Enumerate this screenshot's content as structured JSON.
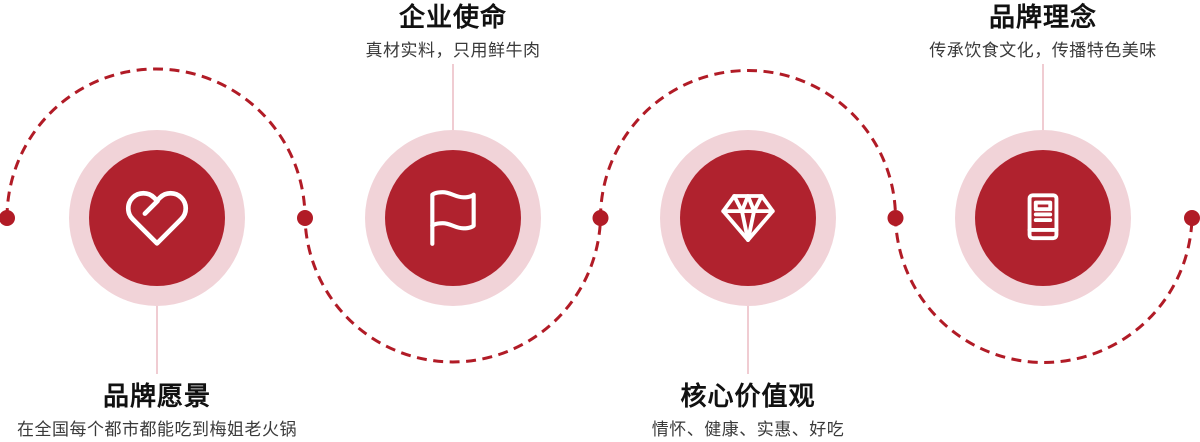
{
  "diagram": {
    "name": "brand-values-flow",
    "colors": {
      "dash_red": "#b11b26",
      "node_red": "#b11b26",
      "circle_red": "#b0222e",
      "circle_pink": "#f1d3d8",
      "connector_pink": "#f0ccd2",
      "title_color": "#111111",
      "subtitle_color": "#3a3a3a"
    }
  },
  "items": [
    {
      "id": "brand-vision",
      "title": "品牌愿景",
      "subtitle": "在全国每个都市都能吃到梅姐老火锅",
      "icon": "heart-icon",
      "label_position": "below"
    },
    {
      "id": "corporate-mission",
      "title": "企业使命",
      "subtitle": "真材实料，只用鲜牛肉",
      "icon": "flag-icon",
      "label_position": "above"
    },
    {
      "id": "core-values",
      "title": "核心价值观",
      "subtitle": "情怀、健康、实惠、好吃",
      "icon": "gem-icon",
      "label_position": "below"
    },
    {
      "id": "brand-philosophy",
      "title": "品牌理念",
      "subtitle": "传承饮食文化，传播特色美味",
      "icon": "book-icon",
      "label_position": "above"
    }
  ]
}
